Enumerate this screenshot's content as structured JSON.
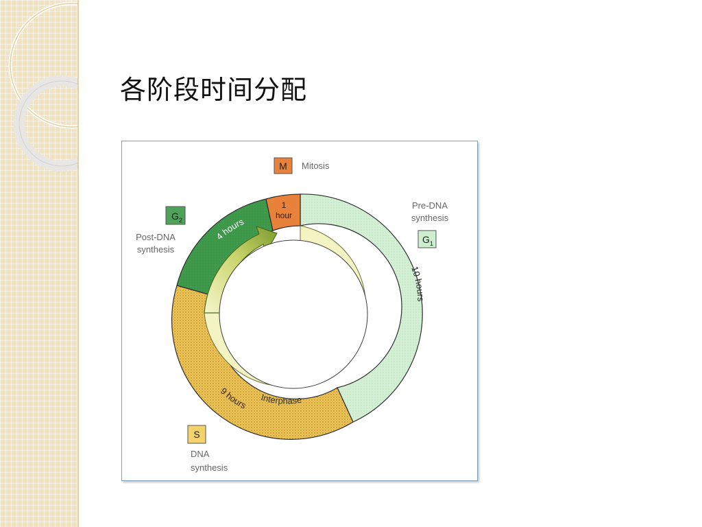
{
  "slide": {
    "title": "各阶段时间分配"
  },
  "diagram": {
    "phases": [
      {
        "key": "M",
        "box_label": "M",
        "description": "Mitosis",
        "duration": "1 hour",
        "duration_lines": [
          "1",
          "hour"
        ],
        "box_color": "#e8823a",
        "segment_color": "#e8823a"
      },
      {
        "key": "G1",
        "box_label": "G",
        "box_subscript": "1",
        "description_lines": [
          "Pre-DNA",
          "synthesis"
        ],
        "duration": "10 hours",
        "box_color": "#cdeecf",
        "segment_color": "#d3f0d4"
      },
      {
        "key": "S",
        "box_label": "S",
        "description_lines": [
          "DNA",
          "synthesis"
        ],
        "duration": "9 hours",
        "box_color": "#f4d36a",
        "segment_color": "#ecc558"
      },
      {
        "key": "G2",
        "box_label": "G",
        "box_subscript": "2",
        "description_lines": [
          "Post-DNA",
          "synthesis"
        ],
        "duration": "4 hours",
        "box_color": "#4fa25a",
        "segment_color": "#3f9a4c"
      }
    ],
    "inner_label": "Interphase",
    "arrow_color": "#8fae3a",
    "inner_band_color": "#f3f3c4"
  }
}
